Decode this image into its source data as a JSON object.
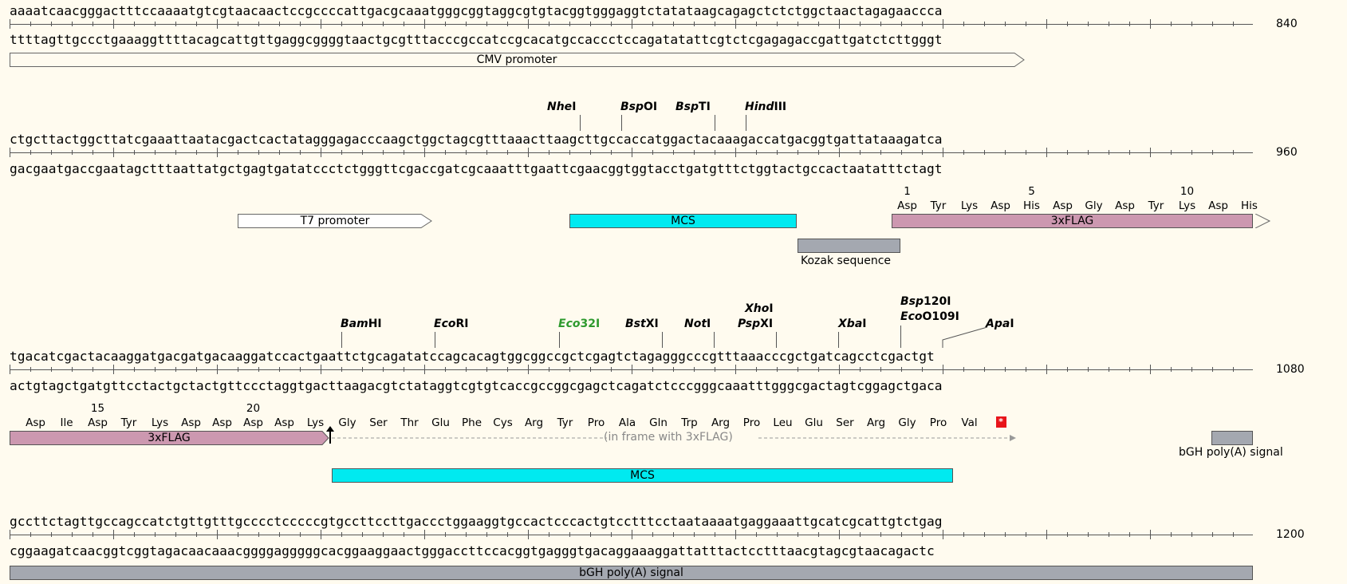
{
  "rows": [
    {
      "top": "aaaatcaacgggactttccaaaatgtcgtaacaactccgccccattgacgcaaatgggcggtaggcgtgtacggtgggaggtctatataagcagagctctctggctaactagagaaccca",
      "bottom": "ttttagttgccctgaaaggttttacagcattgttgaggcggggtaactgcgtttacccgccatccgcacatgccaccctccagatatattcgtctcgagagaccgattgatctcttgggt",
      "position": "840"
    },
    {
      "top": "ctgcttactggcttatcgaaattaatacgactcactatagggagacccaagctggctagcgtttaaacttaagcttgccaccatggactacaaagaccatgacggtgattataaagatca",
      "bottom": "gacgaatgaccgaatagctttaattatgctgagtgatatccctctgggttcgaccgatcgcaaatttgaattcgaacggtggtacctgatgtttctggtactgccactaatatttctagt",
      "position": "960"
    },
    {
      "top": "tgacatcgactacaaggatgacgatgacaaggatccactgaattctgcagatatccagcacagtggcggccgctcgagtctagagggcccgtttaaacccgctgatcagcctcgactgt",
      "bottom": "actgtagctgatgttcctactgctactgttccctaggtgacttaagacgtctataggtcgtgtcaccgccggcgagctcagatctcccgggcaaatttgggcgactagtcggagctgaca",
      "position": "1080"
    },
    {
      "top": "gccttctagttgccagccatctgttgtttgcccctcccccgtgccttccttgaccctggaaggtgccactcccactgtcctttcctaataaaatgaggaaattgcatcgcattgtctgag",
      "bottom": "cggaagatcaacggtcggtagacaacaaacggggagggggcacggaaggaactgggaccttccacggtgagggtgacaggaaaggattatttactcctttaacgtagcgtaacagactc",
      "position": "1200"
    }
  ],
  "sites_row2": [
    {
      "name_italic": "Nhe",
      "name_roman": "I"
    },
    {
      "name_italic": "Bsp",
      "name_roman": "OI"
    },
    {
      "name_italic": "Bsp",
      "name_roman": "TI"
    },
    {
      "name_italic": "Hind",
      "name_roman": "III"
    }
  ],
  "sites_row3": [
    {
      "name_italic": "Bam",
      "name_roman": "HI"
    },
    {
      "name_italic": "Eco",
      "name_roman": "RI"
    },
    {
      "name_italic": "Eco",
      "name_roman": "32I",
      "color": "#2e9a2e"
    },
    {
      "name_italic": "Bst",
      "name_roman": "XI"
    },
    {
      "name_italic": "Not",
      "name_roman": "I"
    },
    {
      "name_italic": "Xho",
      "name_roman": "I"
    },
    {
      "name_italic": "Psp",
      "name_roman": "XI"
    },
    {
      "name_italic": "Xba",
      "name_roman": "I"
    },
    {
      "name_italic": "Bsp",
      "name_roman": "120I"
    },
    {
      "name_italic": "Eco",
      "name_roman": "O109I"
    },
    {
      "name_italic": "Apa",
      "name_roman": "I"
    }
  ],
  "features": {
    "cmv": "CMV promoter",
    "t7": "T7 promoter",
    "mcs": "MCS",
    "kozak": "Kozak sequence",
    "flag": "3xFLAG",
    "bgh": "bGH poly(A) signal",
    "inframe": "(in frame with 3xFLAG)"
  },
  "translation_row2": {
    "aa": [
      "Asp",
      "Tyr",
      "Lys",
      "Asp",
      "His",
      "Asp",
      "Gly",
      "Asp",
      "Tyr",
      "Lys",
      "Asp",
      "His"
    ],
    "numbers": [
      "1",
      "5",
      "10"
    ]
  },
  "translation_row3": {
    "flag_aa": [
      "Asp",
      "Ile",
      "Asp",
      "Tyr",
      "Lys",
      "Asp",
      "Asp",
      "Asp",
      "Asp",
      "Lys"
    ],
    "numbers": [
      "15",
      "20"
    ],
    "frame_aa": [
      "Gly",
      "Ser",
      "Thr",
      "Glu",
      "Phe",
      "Cys",
      "Arg",
      "Tyr",
      "Pro",
      "Ala",
      "Gln",
      "Trp",
      "Arg",
      "Pro",
      "Leu",
      "Glu",
      "Ser",
      "Arg",
      "Gly",
      "Pro",
      "Val"
    ],
    "stop": "*"
  },
  "colors": {
    "background": "#fffbef",
    "mcs": "#00eaf0",
    "flag": "#cc98b0",
    "gray": "#a4a8b0",
    "enzyme_green": "#2e9a2e"
  }
}
